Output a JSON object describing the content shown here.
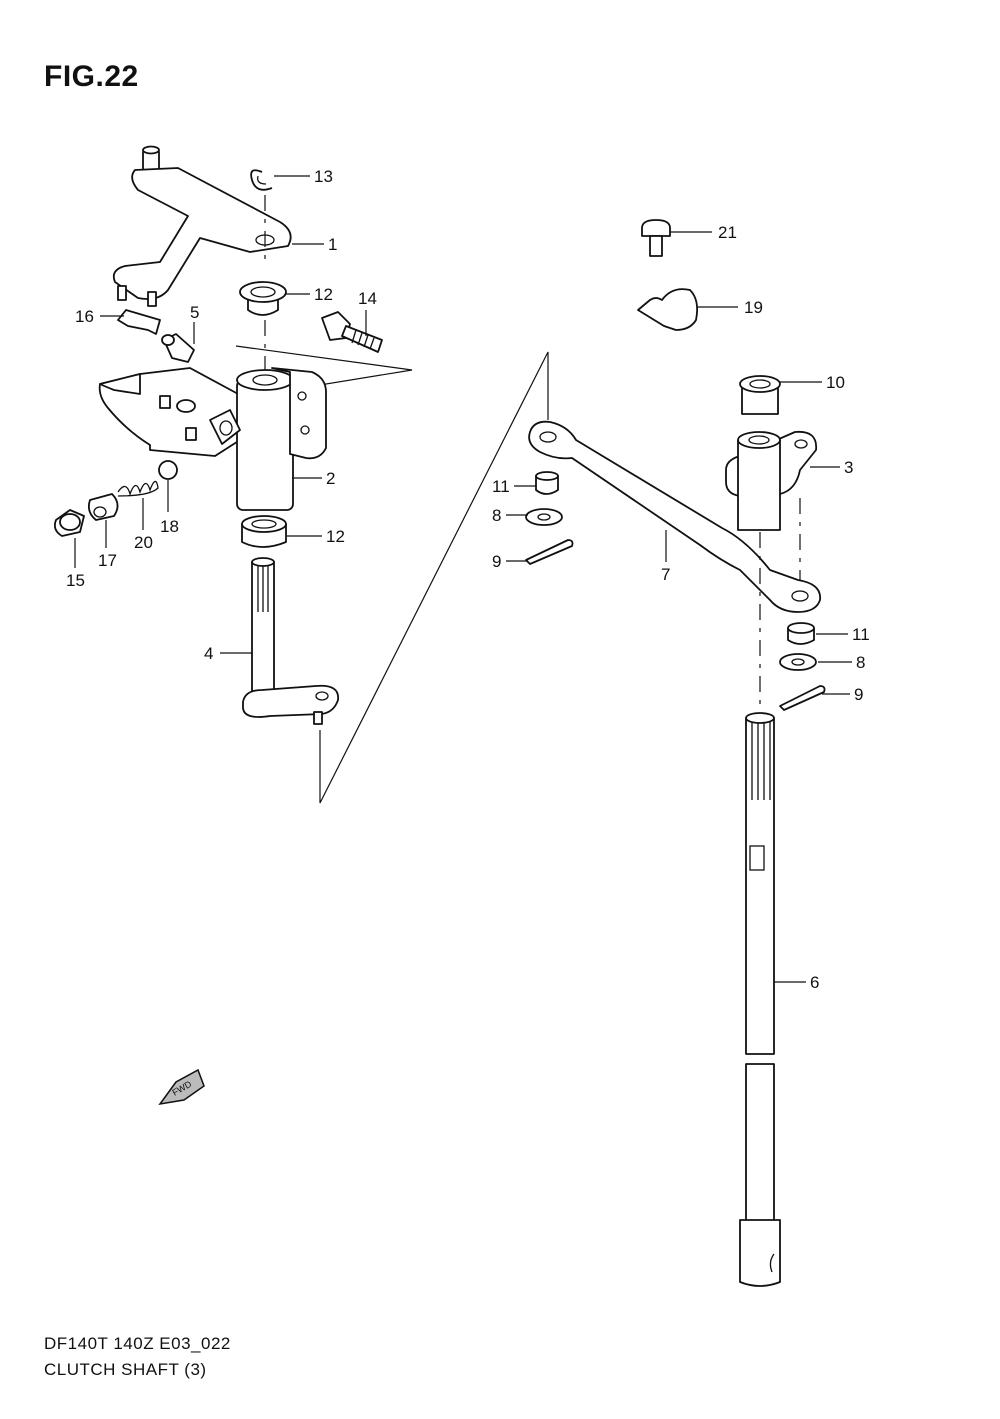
{
  "figure": {
    "title": "FIG.22"
  },
  "footer": {
    "model_code": "DF140T 140Z E03_022",
    "section_name": "CLUTCH SHAFT (3)"
  },
  "fwd_badge": {
    "text": "FWD"
  },
  "callouts": [
    "13",
    "1",
    "12",
    "14",
    "16",
    "5",
    "2",
    "15",
    "17",
    "20",
    "18",
    "12",
    "4",
    "21",
    "19",
    "10",
    "3",
    "11",
    "8",
    "9",
    "7",
    "11",
    "8",
    "9",
    "6"
  ]
}
